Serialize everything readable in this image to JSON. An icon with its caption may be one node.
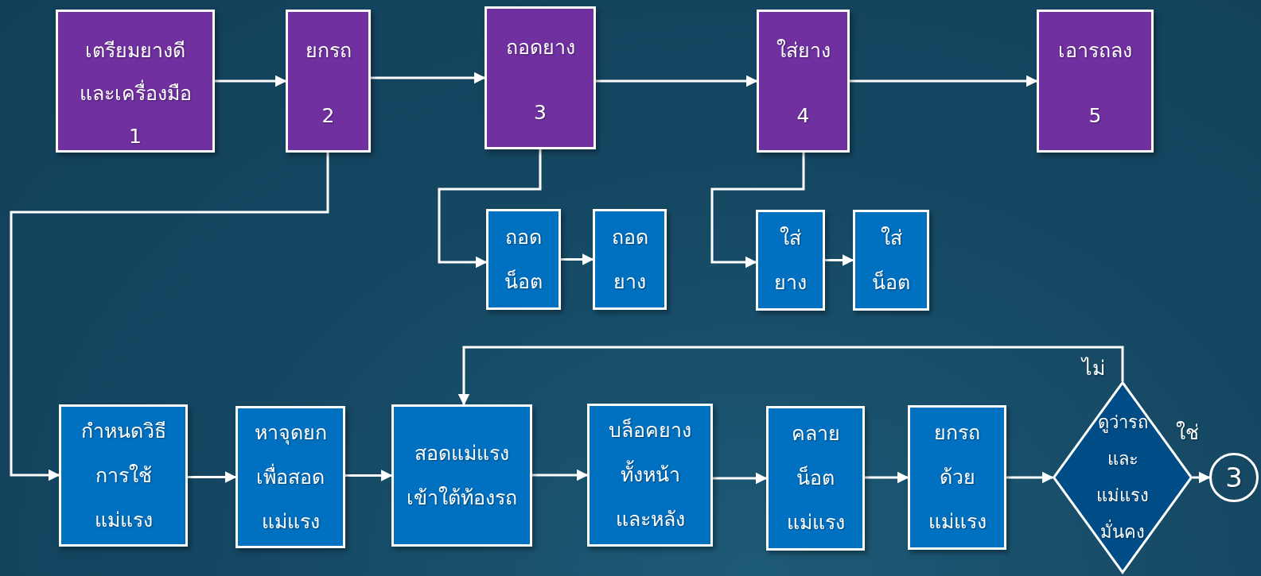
{
  "diagram": {
    "nodes": [
      {
        "text": [
          "เตรียมยางดีและเครื่องมือ",
          "1"
        ]
      },
      {
        "text": [
          "ยกรถ",
          "2"
        ]
      },
      {
        "text": [
          "ถอดยาง",
          "3"
        ]
      },
      {
        "text": [
          "ใส่ยาง",
          "4"
        ]
      },
      {
        "text": [
          "เอารถลง",
          "5"
        ]
      },
      {
        "text": [
          "ถอดน็อต"
        ]
      },
      {
        "text": [
          "ถอดยาง"
        ]
      },
      {
        "text": [
          "ใส่ยาง"
        ]
      },
      {
        "text": [
          "ใส่น็อต"
        ]
      },
      {
        "text": [
          "กำหนดวิธีการใช้แม่แรง"
        ]
      },
      {
        "text": [
          "หาจุดยกเพื่อสอดแม่แรง"
        ]
      },
      {
        "text": [
          "สอดแม่แรงเข้าใต้ท้องรถ"
        ]
      },
      {
        "text": [
          "บล็อคยางทั้งหน้าและหลัง"
        ]
      },
      {
        "text": [
          "คลายน็อตแม่แรง"
        ]
      },
      {
        "text": [
          "ยกรถด้วยแม่แรง"
        ]
      },
      {
        "text": [
          "ดูว่ารถและแม่แรงมั่นคง"
        ]
      },
      {
        "text": [
          "3"
        ]
      }
    ],
    "edges": [
      {
        "from": 0,
        "to": 1,
        "arrow": "to"
      },
      {
        "from": 1,
        "to": 2,
        "arrow": "to"
      },
      {
        "from": 2,
        "to": 3,
        "arrow": "to"
      },
      {
        "from": 3,
        "to": 4,
        "arrow": "to"
      },
      {
        "from": 1,
        "to": 9,
        "arrow": "to"
      },
      {
        "from": 2,
        "to": 5,
        "arrow": "to"
      },
      {
        "from": 5,
        "to": 6,
        "arrow": "to"
      },
      {
        "from": 3,
        "to": 7,
        "arrow": "to"
      },
      {
        "from": 7,
        "to": 8,
        "arrow": "to"
      },
      {
        "from": 9,
        "to": 10,
        "arrow": "to"
      },
      {
        "from": 10,
        "to": 11,
        "arrow": "to"
      },
      {
        "from": 11,
        "to": 12,
        "arrow": "to"
      },
      {
        "from": 12,
        "to": 13,
        "arrow": "to"
      },
      {
        "from": 13,
        "to": 14,
        "arrow": "to"
      },
      {
        "from": 14,
        "to": 15,
        "arrow": "to"
      },
      {
        "from": 15,
        "to": 11,
        "arrow": "to",
        "label": "ไม่"
      },
      {
        "from": 15,
        "to": 16,
        "arrow": "to",
        "label": "ใช่"
      }
    ]
  }
}
